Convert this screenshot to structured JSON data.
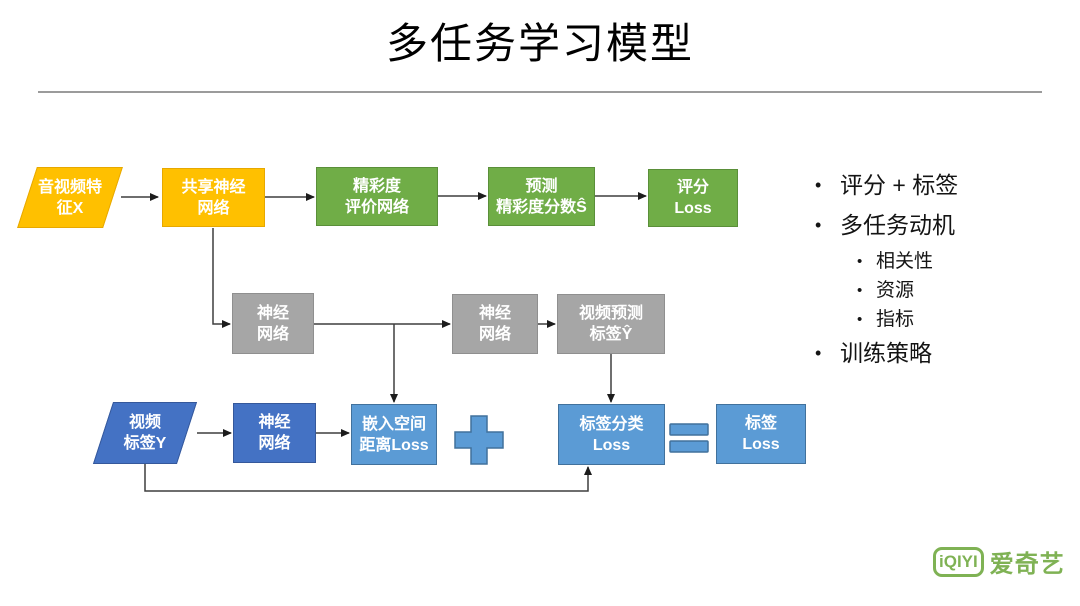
{
  "page": {
    "title": "多任务学习模型"
  },
  "flow": {
    "nodes": {
      "inputX": "音视频特\n征X",
      "shared": "共享神经\n网络",
      "evalNet": "精彩度\n评价网络",
      "predScore": "预测\n精彩度分数Ŝ",
      "scoreLoss": "评分\nLoss",
      "nn1": "神经\n网络",
      "nn2": "神经\n网络",
      "predLabel": "视频预测\n标签Ŷ",
      "videoLabel": "视频\n标签Y",
      "nn3": "神经\n网络",
      "embedLoss": "嵌入空间\n距离Loss",
      "labelClsLoss": "标签分类\nLoss",
      "labelLoss": "标签\nLoss"
    },
    "operators": {
      "plus": "+",
      "equals": "="
    }
  },
  "notes": {
    "items": [
      {
        "label": "评分 + 标签",
        "level": 1
      },
      {
        "label": "多任务动机",
        "level": 1
      },
      {
        "label": "相关性",
        "level": 2
      },
      {
        "label": "资源",
        "level": 2
      },
      {
        "label": "指标",
        "level": 2
      },
      {
        "label": "训练策略",
        "level": 1
      }
    ],
    "bullet": "•"
  },
  "logo": {
    "brand": "iQIYI",
    "name": "爱奇艺"
  },
  "colors": {
    "yellow": "#FFC000",
    "green": "#70AD47",
    "gray": "#A6A6A6",
    "darkBlue": "#4472C4",
    "lightBlue": "#5B9BD5",
    "connector": "#3f3f3f",
    "logoGreen": "#7FB254"
  }
}
